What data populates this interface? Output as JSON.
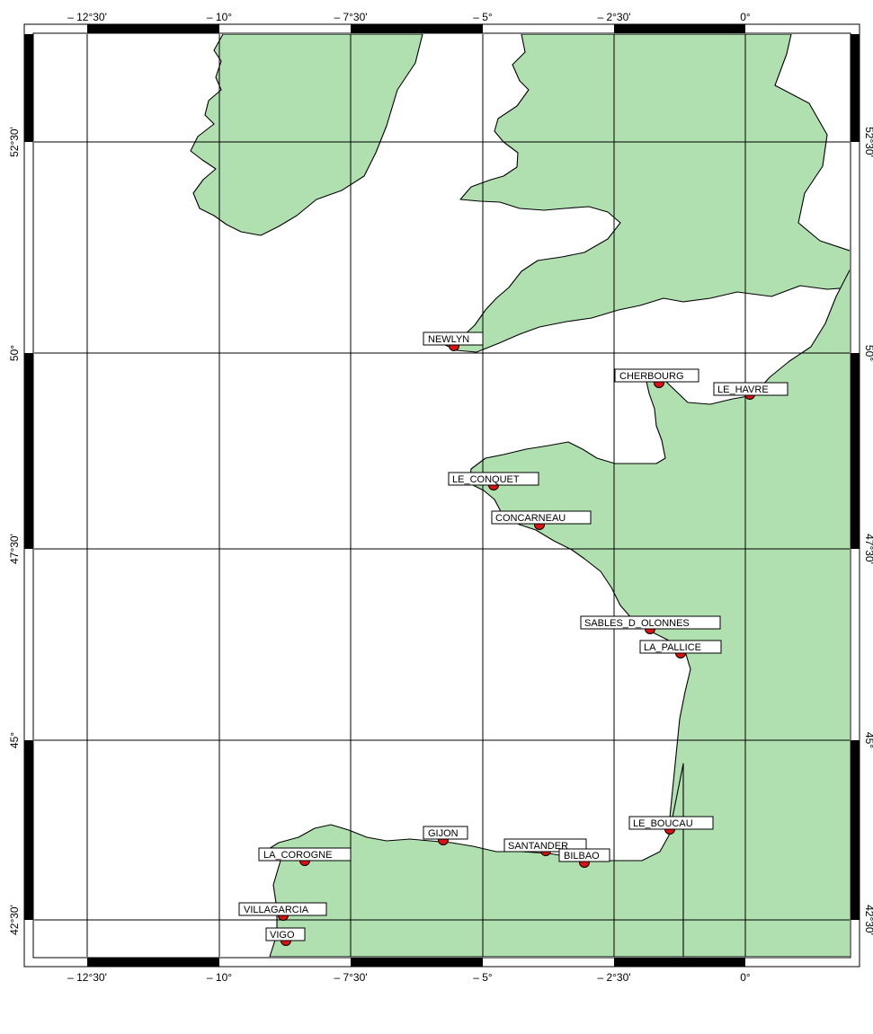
{
  "map": {
    "land_color": "#b0e0b0",
    "marker_color": "#dd1111",
    "longitude_labels": [
      "– 12°30'",
      "– 10°",
      "– 7°30'",
      "– 5°",
      "– 2°30'",
      "0°"
    ],
    "latitude_labels": [
      "52°30'",
      "50°",
      "47°30'",
      "45°",
      "42°30'"
    ],
    "ports": [
      {
        "name": "NEWLYN"
      },
      {
        "name": "CHERBOURG"
      },
      {
        "name": "LE_HAVRE"
      },
      {
        "name": "LE_CONQUET"
      },
      {
        "name": "CONCARNEAU"
      },
      {
        "name": "SABLES_D_OLONNES"
      },
      {
        "name": "LA_PALLICE"
      },
      {
        "name": "LE_BOUCAU"
      },
      {
        "name": "GIJON"
      },
      {
        "name": "SANTANDER"
      },
      {
        "name": "BILBAO"
      },
      {
        "name": "LA_COROGNE"
      },
      {
        "name": "VILLAGARCIA"
      },
      {
        "name": "VIGO"
      }
    ]
  }
}
